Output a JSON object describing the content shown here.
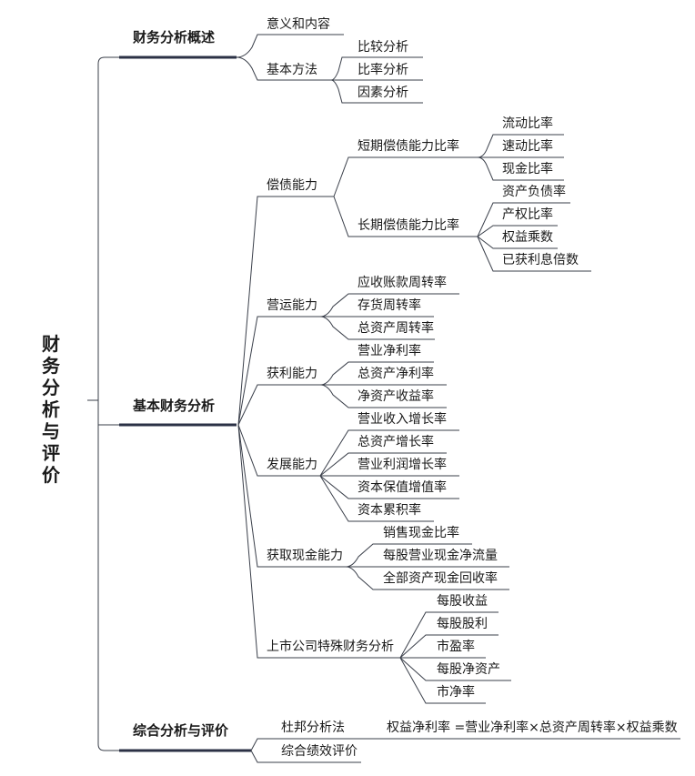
{
  "root": "财务分析与评价",
  "overview": {
    "title": "财务分析概述",
    "meaning": "意义和内容",
    "methods": {
      "title": "基本方法",
      "items": [
        "比较分析",
        "比率分析",
        "因素分析"
      ]
    }
  },
  "basic": {
    "title": "基本财务分析",
    "solvency": {
      "title": "偿债能力",
      "short": {
        "title": "短期偿债能力比率",
        "items": [
          "流动比率",
          "速动比率",
          "现金比率"
        ]
      },
      "long": {
        "title": "长期偿债能力比率",
        "items": [
          "资产负债率",
          "产权比率",
          "权益乘数",
          "已获利息倍数"
        ]
      }
    },
    "operating": {
      "title": "营运能力",
      "items": [
        "应收账款周转率",
        "存货周转率",
        "总资产周转率"
      ]
    },
    "profit": {
      "title": "获利能力",
      "items": [
        "营业净利率",
        "总资产净利率",
        "净资产收益率"
      ]
    },
    "growth": {
      "title": "发展能力",
      "items": [
        "营业收入增长率",
        "总资产增长率",
        "营业利润增长率",
        "资本保值增值率",
        "资本累积率"
      ]
    },
    "cash": {
      "title": "获取现金能力",
      "items": [
        "销售现金比率",
        "每股营业现金净流量",
        "全部资产现金回收率"
      ]
    },
    "listed": {
      "title": "上市公司特殊财务分析",
      "items": [
        "每股收益",
        "每股股利",
        "市盈率",
        "每股净资产",
        "市净率"
      ]
    }
  },
  "comprehensive": {
    "title": "综合分析与评价",
    "dupont": "杜邦分析法",
    "dupont_formula": "权益净利率 =营业净利率×总资产周转率×权益乘数",
    "performance": "综合绩效评价"
  }
}
